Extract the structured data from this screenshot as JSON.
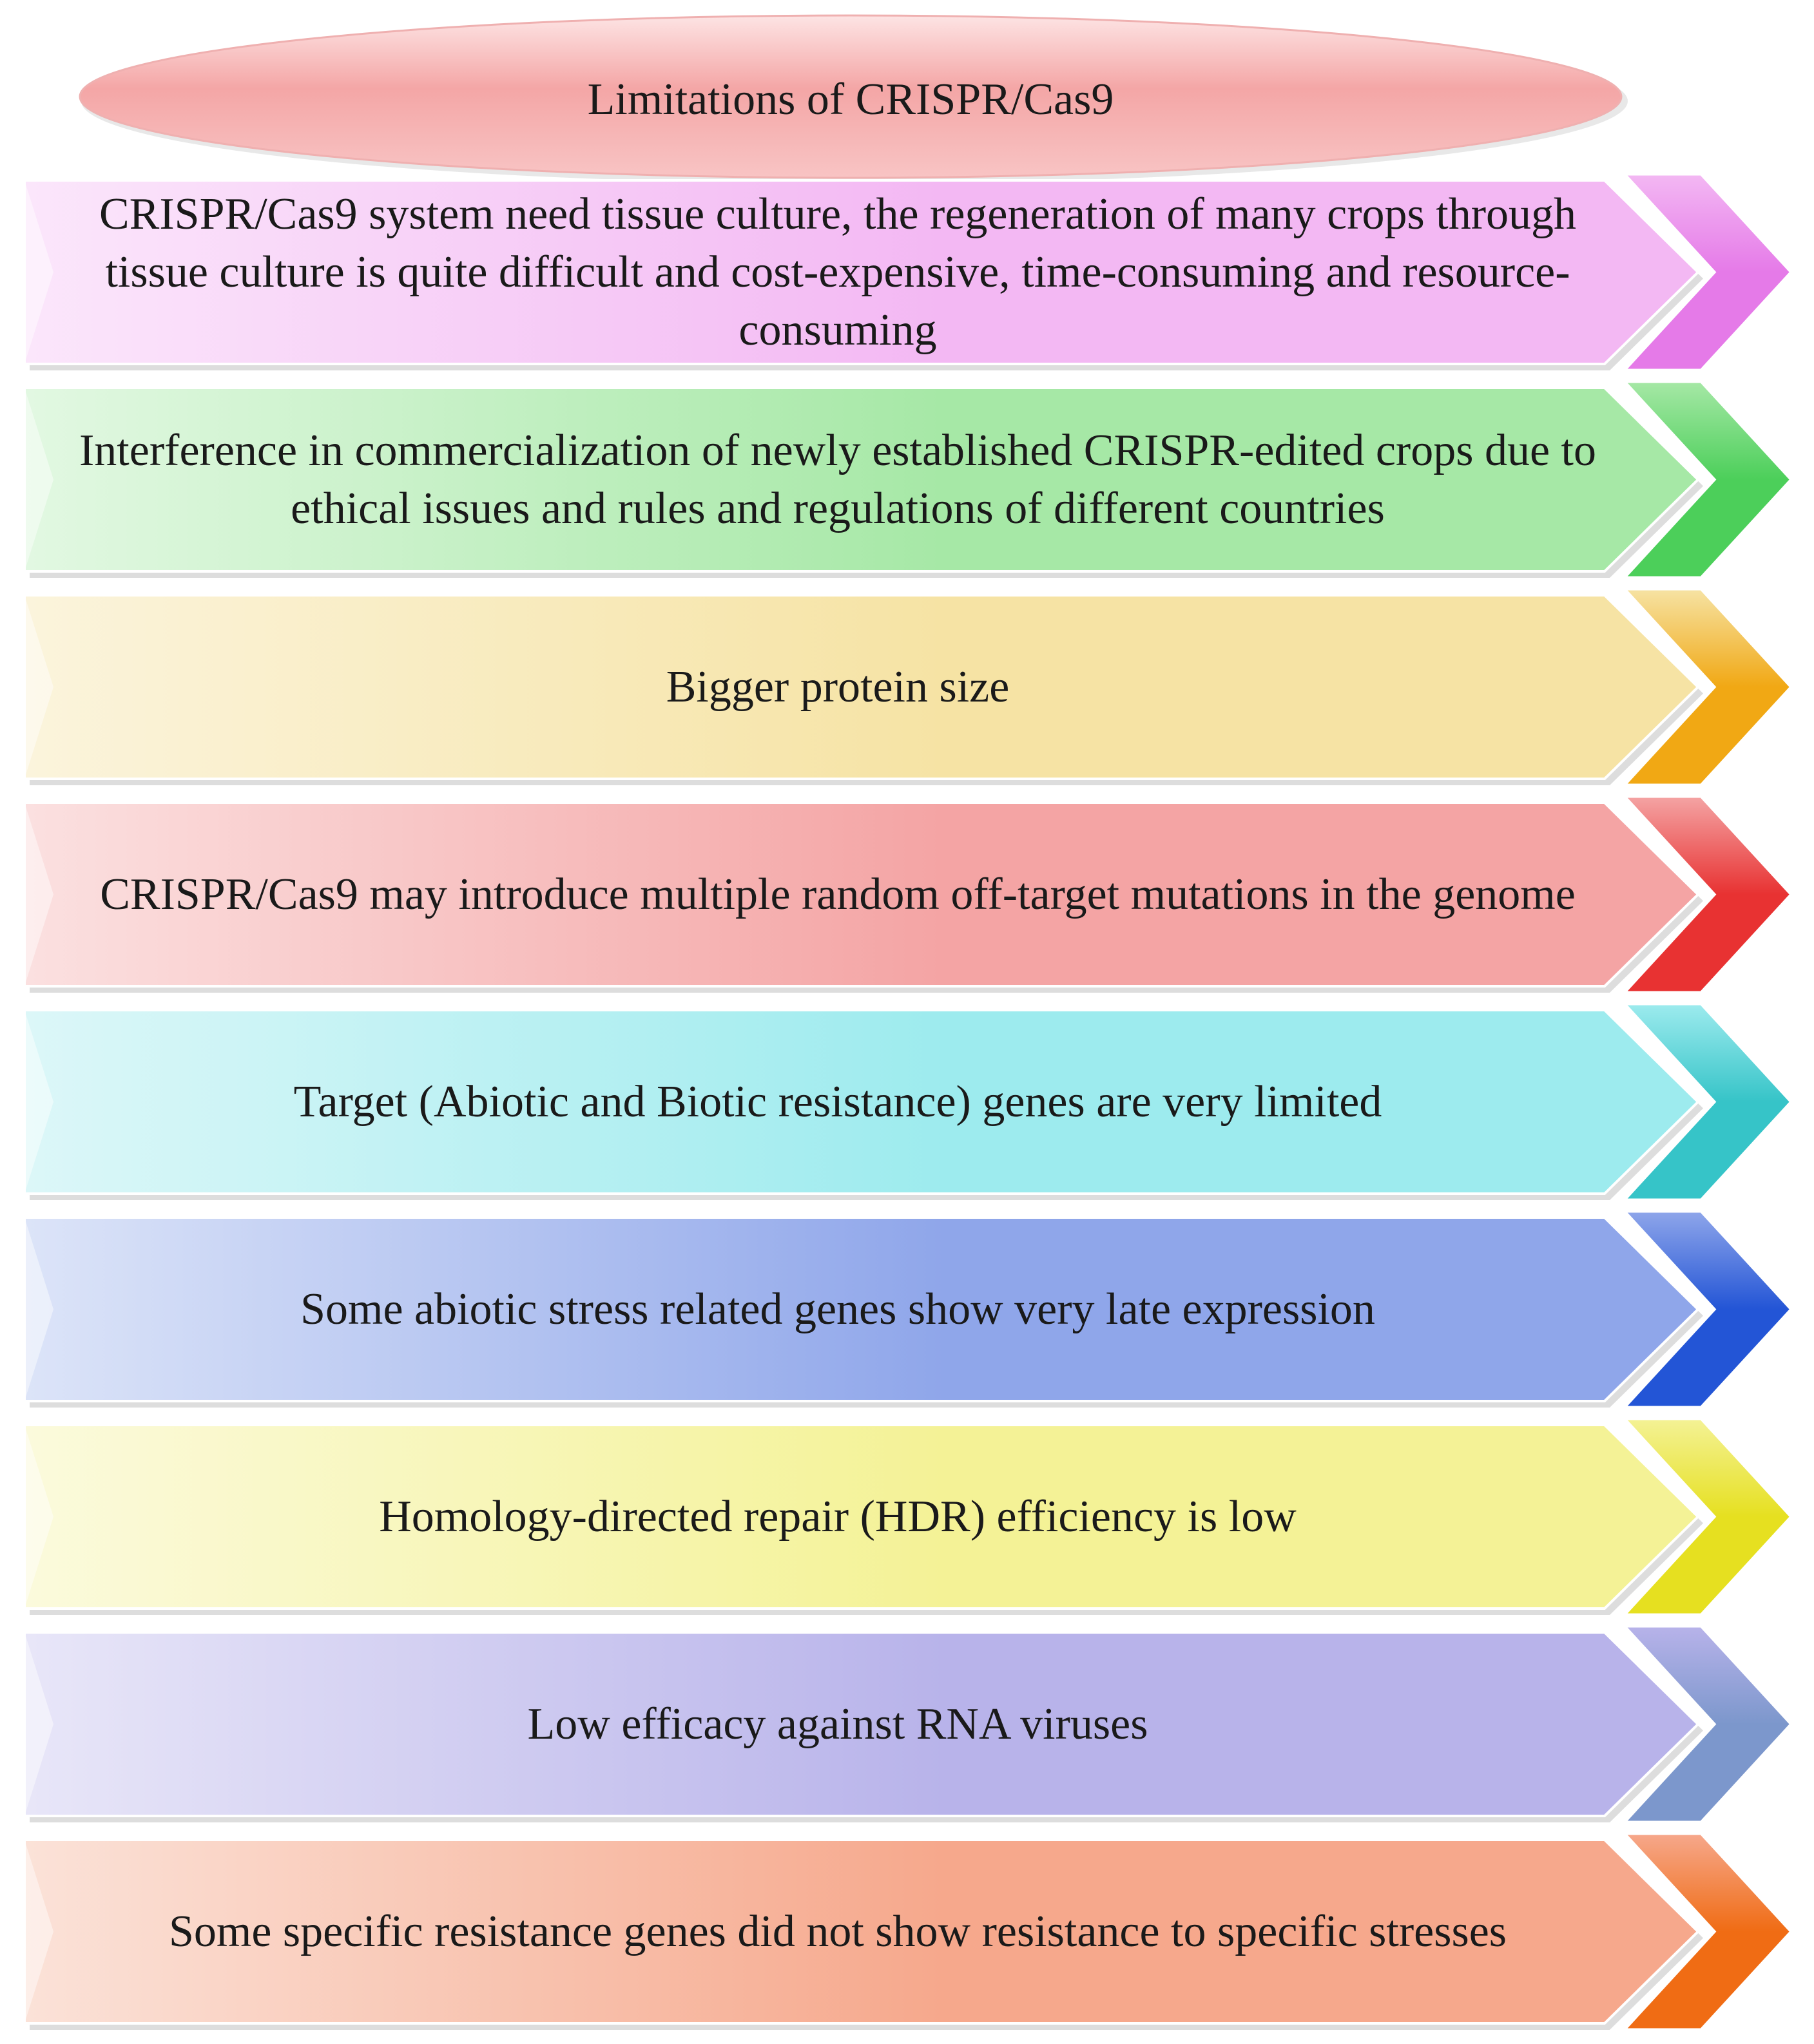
{
  "title": "Limitations of CRISPR/Cas9",
  "colors": {
    "header": "#f4a8a8",
    "rows": [
      "#e57ae8",
      "#63d863",
      "#f1b21c",
      "#ee3f3f",
      "#3ccfd2",
      "#2f61e0",
      "#eaea29",
      "#8ba8d8",
      "#f27a24"
    ]
  },
  "items": [
    {
      "text": "CRISPR/Cas9 system need tissue culture, the regeneration of many crops through tissue culture is quite difficult and cost-expensive, time-consuming and resource-consuming",
      "color": "#e57ae8",
      "light": "#f3b8f3",
      "pale": "#fbe6fb"
    },
    {
      "text": "Interference in commercialization of newly established CRISPR-edited crops due to ethical issues and rules and regulations of different countries",
      "color": "#4ccf5a",
      "light": "#a6e8a6",
      "pale": "#e2f8e2"
    },
    {
      "text": "Bigger protein size",
      "color": "#f1a814",
      "light": "#f6e3a4",
      "pale": "#fbf4dc"
    },
    {
      "text": "CRISPR/Cas9 may introduce multiple random off-target mutations in the genome",
      "color": "#e83232",
      "light": "#f4a4a4",
      "pale": "#fbe0e0"
    },
    {
      "text": "Target (Abiotic and Biotic resistance) genes are very limited",
      "color": "#36c4c8",
      "light": "#9debee",
      "pale": "#dcf7f8"
    },
    {
      "text": "Some abiotic stress related genes show very late expression",
      "color": "#2355d6",
      "light": "#8fa6ea",
      "pale": "#dce4f8"
    },
    {
      "text": "Homology-directed repair (HDR) efficiency is low",
      "color": "#e6e020",
      "light": "#f4f296",
      "pale": "#fbfadc"
    },
    {
      "text": "Low efficacy against RNA viruses",
      "color": "#7c97cc",
      "light": "#b8b3ea",
      "pale": "#e8e6f8"
    },
    {
      "text": "Some specific resistance genes did not show resistance to specific stresses",
      "color": "#f06c14",
      "light": "#f6a88c",
      "pale": "#fbe2d8"
    }
  ]
}
